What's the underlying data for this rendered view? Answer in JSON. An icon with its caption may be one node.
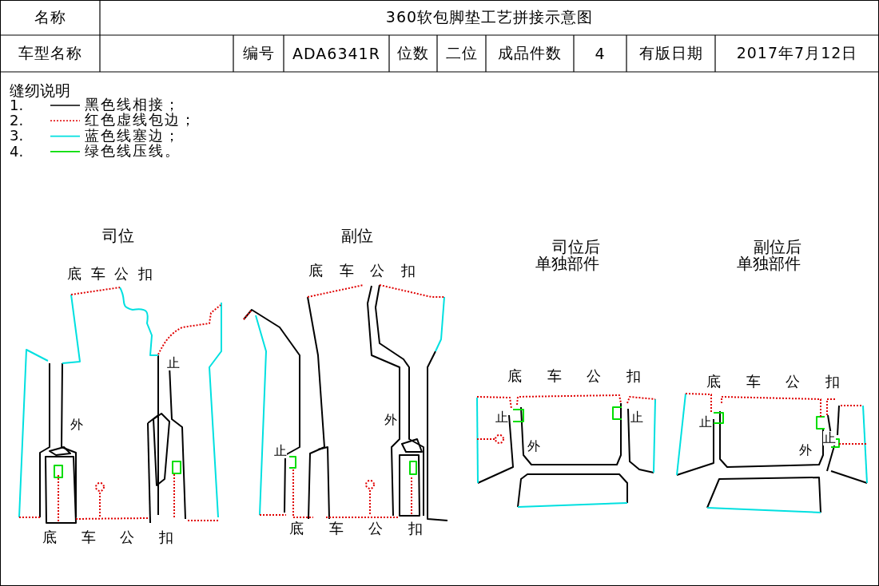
{
  "diagram": {
    "title": "360软包脚垫工艺拼接示意图",
    "labels": [
      "名称",
      "车型名称",
      "编号",
      "ADA6341R",
      "位数",
      "二位",
      "成品件数",
      "4",
      "有版日期",
      "2017年7月12日",
      "缝纫说明",
      "1.",
      "2.",
      "3.",
      "4.",
      "司位",
      "副位",
      "司位后单独部件",
      "副位后单独部件",
      "底 车 公 扣",
      "底 车 公 扣",
      "止",
      "外",
      "外",
      "止",
      "底 车 公 扣",
      "底 车 公 扣",
      "底 车 公 扣",
      "底 车 公 扣",
      "止",
      "止",
      "外",
      "止",
      "外",
      "止"
    ],
    "legend": [
      {
        "text": "黑色线相接；"
      },
      {
        "text": "红色虚线包边；"
      },
      {
        "text": "蓝色线塞边；"
      },
      {
        "text": "绿色线压线。"
      }
    ]
  }
}
